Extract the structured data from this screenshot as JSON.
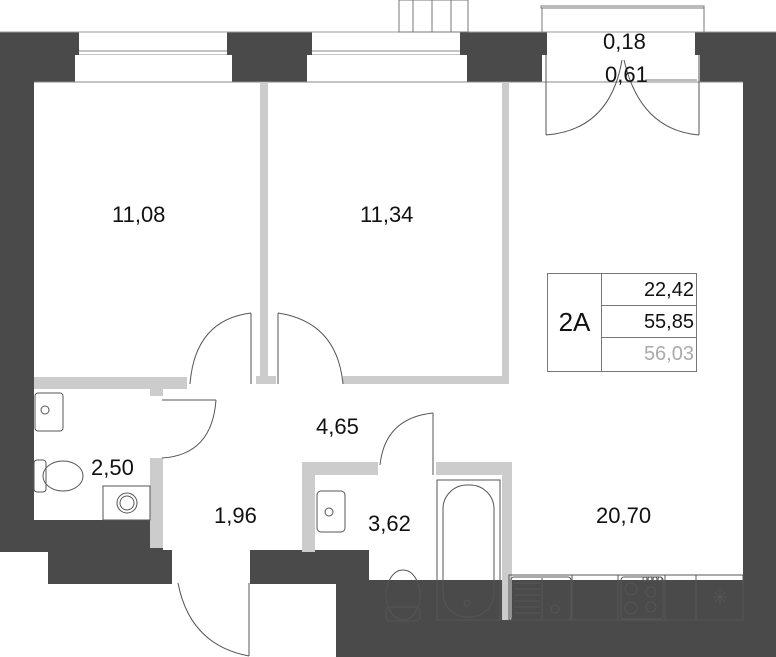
{
  "plan": {
    "apartment_code": "2A",
    "areas": {
      "living_area": "22,42",
      "total_area": "55,85",
      "total_area_with_balcony": "56,03"
    },
    "rooms": [
      {
        "id": "bedroom-1",
        "area": "11,08"
      },
      {
        "id": "bedroom-2",
        "area": "11,34"
      },
      {
        "id": "kitchen-living",
        "area": "20,70"
      },
      {
        "id": "hallway",
        "area": "4,65"
      },
      {
        "id": "entrance",
        "area": "1,96"
      },
      {
        "id": "toilet",
        "area": "2,50"
      },
      {
        "id": "bathroom",
        "area": "3,62"
      },
      {
        "id": "balcony",
        "area": "0,18"
      },
      {
        "id": "balcony-2",
        "area": "0,61"
      }
    ]
  },
  "colors": {
    "exterior_wall": "#4a4a4a",
    "interior_wall": "#cccccc",
    "fixture_stroke": "#555555",
    "muted_text": "#aaaaaa"
  }
}
